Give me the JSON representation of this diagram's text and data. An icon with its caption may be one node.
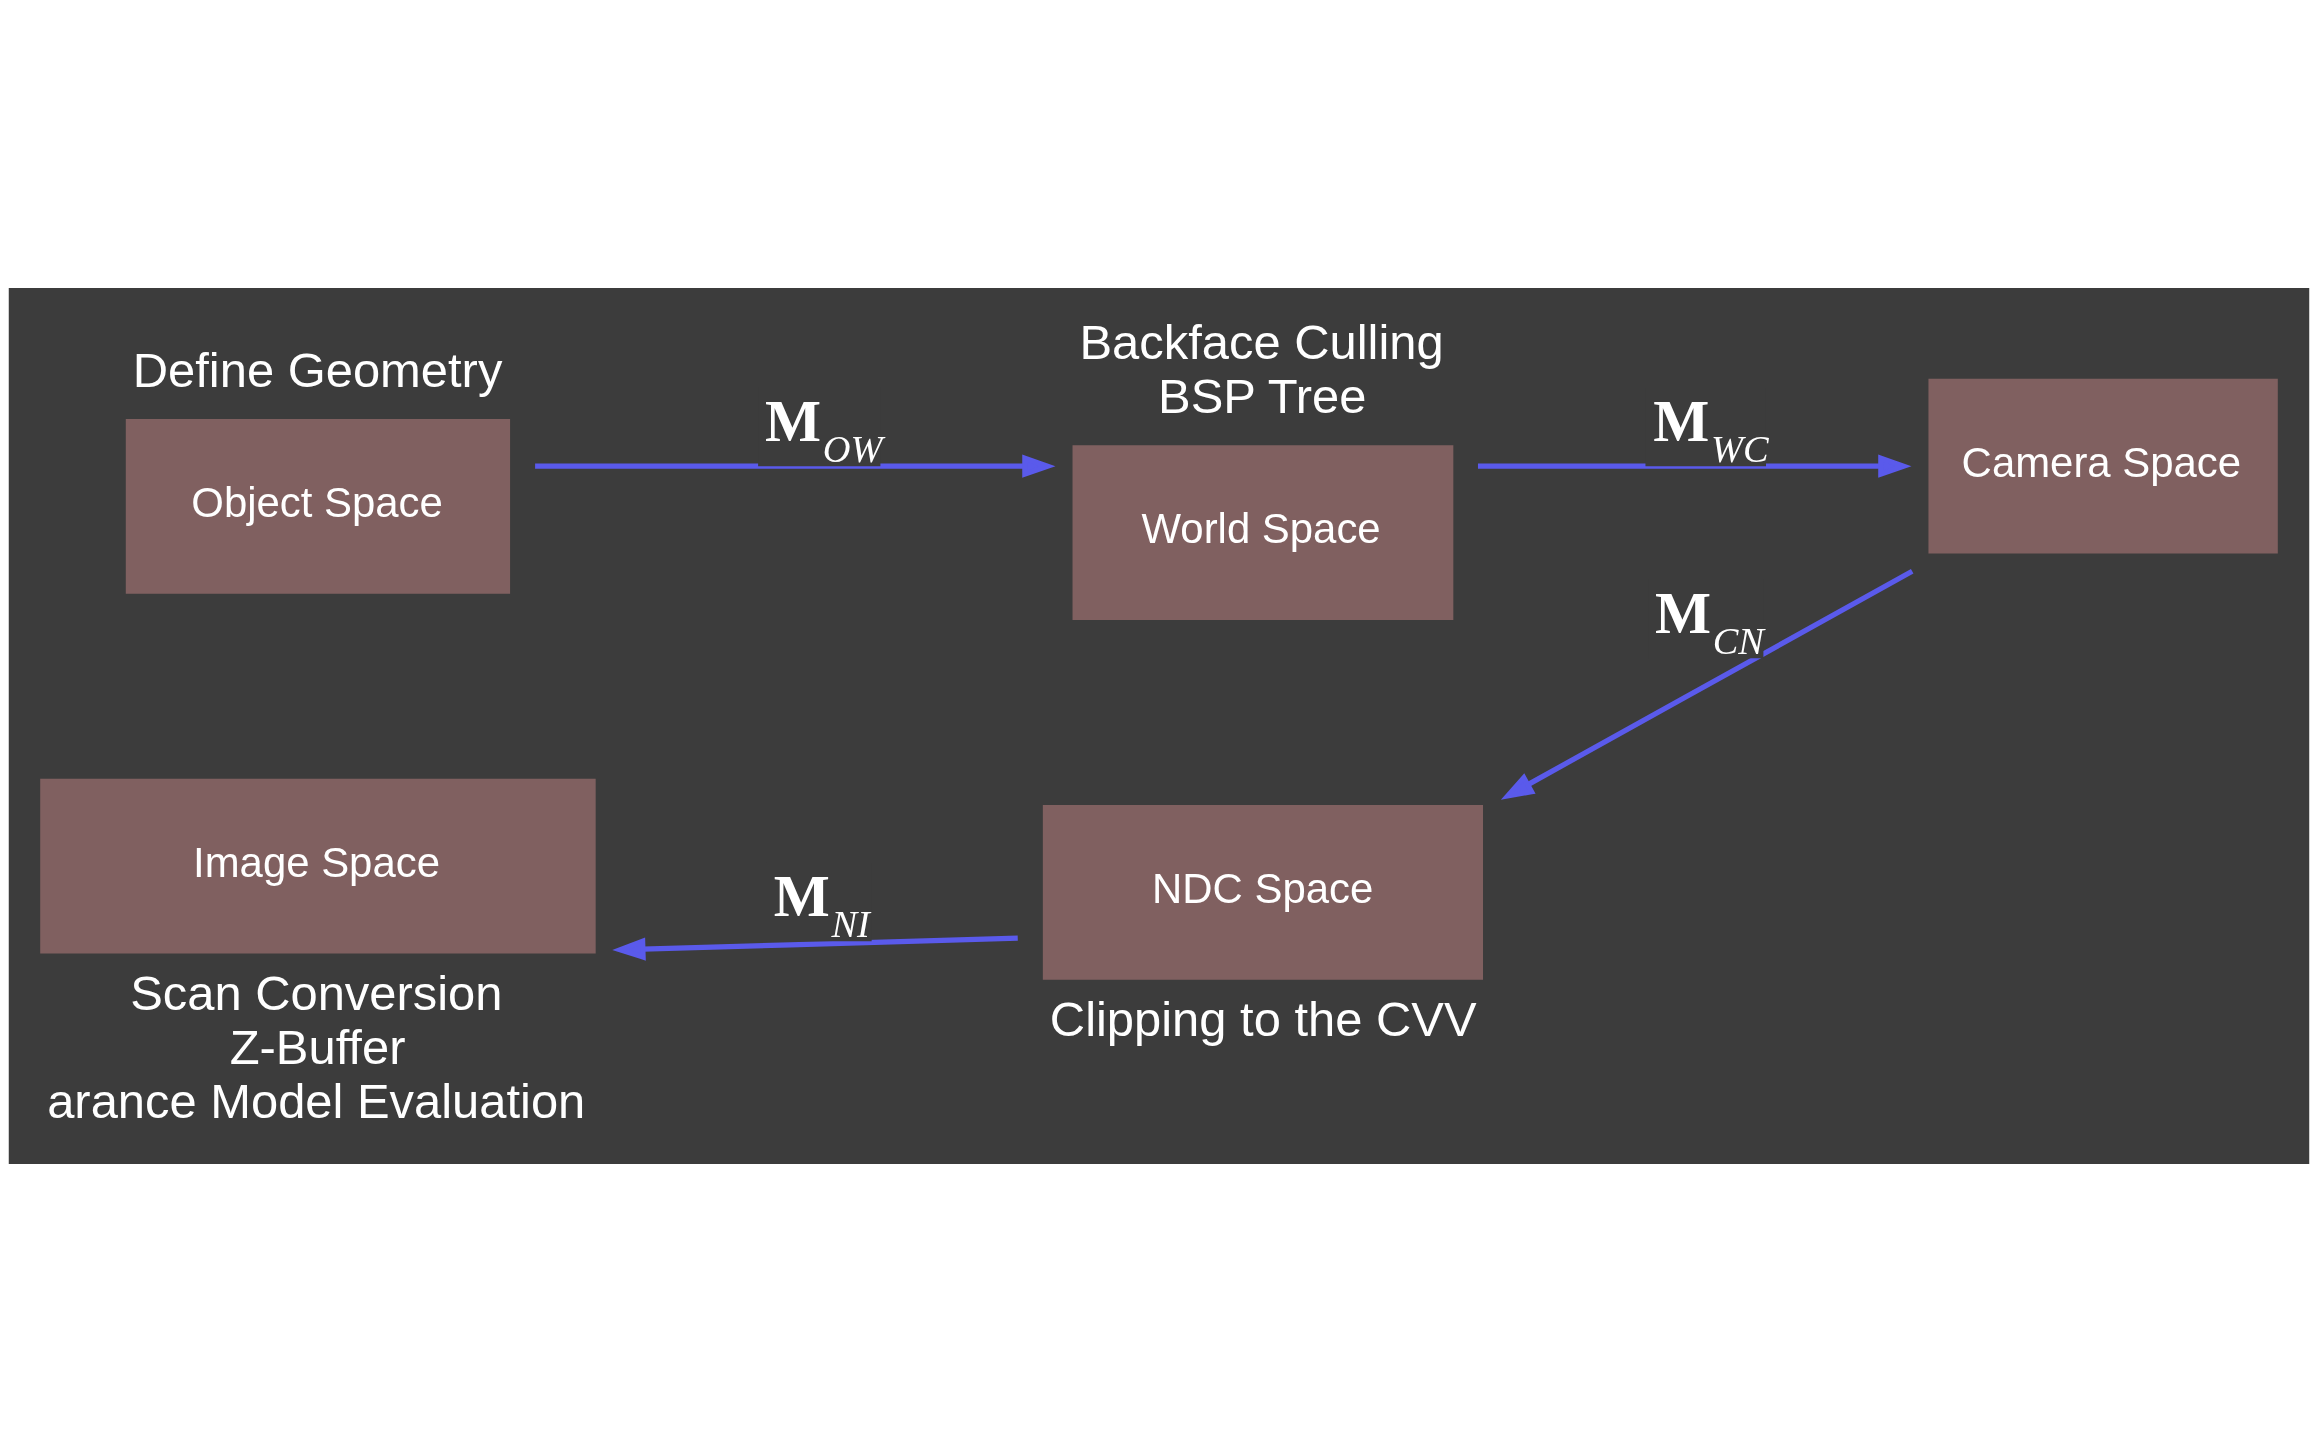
{
  "diagram": {
    "nodes": [
      {
        "text": [
          "Object Space"
        ],
        "beside": [
          "Define Geometry"
        ]
      },
      {
        "text": [
          "World Space"
        ],
        "beside": [
          "Backface Culling",
          "BSP Tree"
        ]
      },
      {
        "text": [
          "Camera Space"
        ]
      },
      {
        "text": [
          "NDC Space"
        ],
        "beside": [
          "Clipping to the CVV"
        ]
      },
      {
        "text": [
          "Image Space"
        ],
        "beside": [
          "Scan Conversion",
          "Z-Buffer",
          "arance Model Evaluation"
        ]
      }
    ],
    "edges": [
      {
        "from": 0,
        "to": 1,
        "arrow": "to",
        "label": "M$_{OW}$"
      },
      {
        "from": 1,
        "to": 2,
        "arrow": "to",
        "label": "M$_{WC}$"
      },
      {
        "from": 2,
        "to": 3,
        "arrow": "to",
        "label": "M$_{CN}$"
      },
      {
        "from": 3,
        "to": 4,
        "arrow": "to",
        "label": "M$_{NI}$"
      }
    ]
  }
}
